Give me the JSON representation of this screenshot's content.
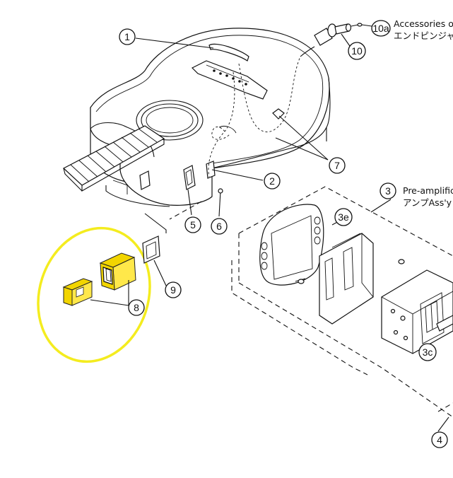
{
  "callouts": {
    "c1": "1",
    "c2": "2",
    "c3": "3",
    "c3c": "3c",
    "c3e": "3e",
    "c4": "4",
    "c5": "5",
    "c6": "6",
    "c7": "7",
    "c8": "8",
    "c9": "9",
    "c10": "10",
    "c10a": "10a"
  },
  "labels": {
    "accessories_en": "Accessories o",
    "accessories_jp": "エンドピンジャ",
    "preamp_en": "Pre-amplific",
    "preamp_jp": "アンプAss'y"
  },
  "colors": {
    "highlight_ring": "#f4ec1f",
    "part_fill": "#f2d500",
    "ink": "#111111"
  }
}
